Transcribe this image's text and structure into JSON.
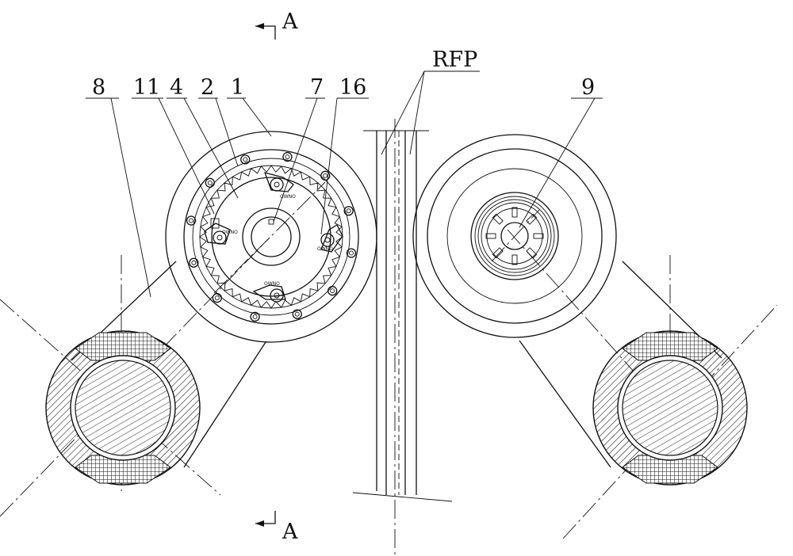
{
  "section": {
    "letter_top": "A",
    "letter_bottom": "A"
  },
  "labels": {
    "l8": "8",
    "l11": "11",
    "l4": "4",
    "l2": "2",
    "l1": "1",
    "l7": "7",
    "l16": "16",
    "rfp": "RFP",
    "l9": "9"
  }
}
